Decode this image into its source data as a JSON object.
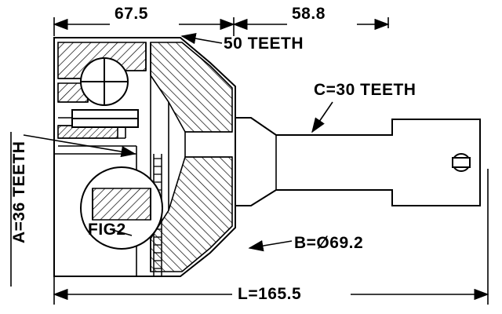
{
  "diagram": {
    "title": "CV joint outer kit technical drawing",
    "dimensions": {
      "top_left": "67.5",
      "top_right": "58.8",
      "overall_length": "L=165.5"
    },
    "callouts": {
      "teeth_50": "50 TEETH",
      "splines_c": "C=30 TEETH",
      "splines_a": "A=36 TEETH",
      "diameter_b": "B=Ø69.2",
      "detail_view": "FIG2"
    },
    "colors": {
      "stroke": "#000000",
      "background": "#ffffff",
      "hatch": "#000000"
    }
  }
}
